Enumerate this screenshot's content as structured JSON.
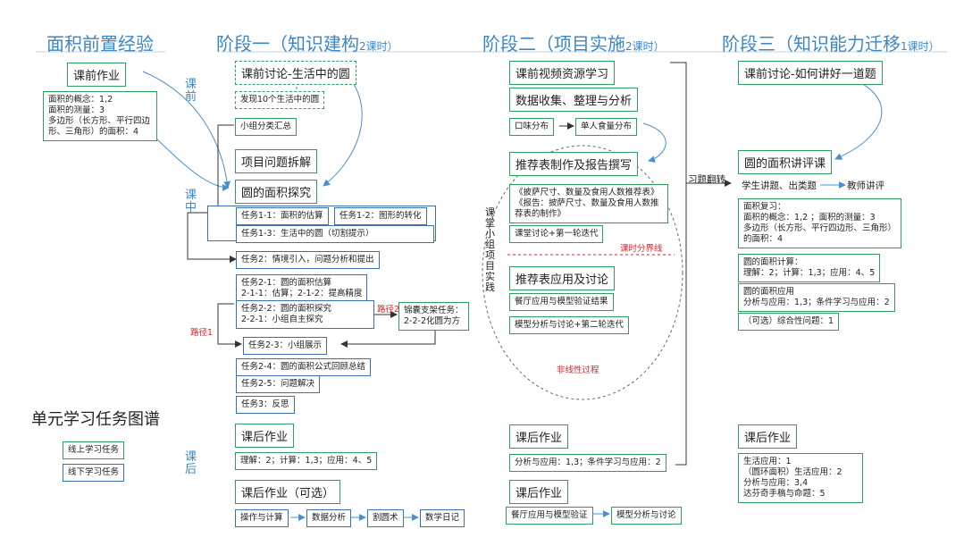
{
  "headers": {
    "col0": "面积前置经验",
    "col1": "阶段一（知识建构",
    "col1_hours": "2课时）",
    "col2": "阶段二（项目实施",
    "col2_hours": "2课时）",
    "col3": "阶段三（知识能力迁移",
    "col3_hours": "1课时）"
  },
  "side_labels": {
    "pre": "课前",
    "mid": "课中",
    "post": "课后",
    "practice": "课堂小组项目实践"
  },
  "col0": {
    "homework_title": "课前作业",
    "homework_text": "面积的概念：1,2\n面积的测量：3\n多边形（长方形、平行四边形、三角形）的面积：4"
  },
  "stage1": {
    "discuss": "课前讨论-生活中的圆",
    "discover": "发现10个生活中的圆",
    "group_sum": "小组分类汇总",
    "problem": "项目问题拆解",
    "explore": "圆的面积探究",
    "t11": "任务1-1：面积的估算",
    "t12": "任务1-2：图形的转化",
    "t13": "任务1-3：生活中的圆（切割提示）",
    "t2": "任务2：情境引入，问题分析和提出",
    "t21": "任务2-1：圆的面积估算\n2-1-1：估算；2-1-2：提高精度",
    "t22": "任务2-2：圆的面积探究\n2-2-1：小组自主探究",
    "path2": "路径2",
    "path1": "路径1",
    "scaffold": "锦囊支架任务：\n2-2-2化圆为方",
    "t23": "任务2-3：小组展示",
    "t24": "任务2-4：圆的面积公式回顾总结",
    "t25": "任务2-5：问题解决",
    "t3": "任务3：反思",
    "hw_title": "课后作业",
    "hw_text": "理解：2；计算：1,3；应用：4、5",
    "hw_opt_title": "课后作业（可选）",
    "flow": [
      "操作与计算",
      "数据分析",
      "割圆术",
      "数学日记"
    ]
  },
  "stage2": {
    "video": "课前视频资源学习",
    "data": "数据收集、整理与分析",
    "taste": "口味分布",
    "food": "单人食量分布",
    "recommend": "推荐表制作及报告撰写",
    "pizza": "《披萨尺寸、数量及食用人数推荐表》\n《报告：披萨尺寸、数量及食用人数推荐表的制作》",
    "iter1": "课堂讨论+第一轮迭代",
    "boundary": "课时分界线",
    "apply": "推荐表应用及讨论",
    "verify": "餐厅应用与模型验证结果",
    "iter2": "模型分析与讨论+第二轮迭代",
    "nonlinear": "非线性过程",
    "flip": "习题翻转",
    "hw_title": "课后作业",
    "hw_text": "分析与应用：1,3；条件学习与应用：2",
    "hw2_title": "课后作业",
    "flow": [
      "餐厅应用与模型验证",
      "模型分析与讨论"
    ]
  },
  "stage3": {
    "discuss": "课前讨论-如何讲好一道题",
    "review": "圆的面积讲评课",
    "students": "学生讲题、出类题",
    "teacher": "教师讲评",
    "r1": "面积复习：\n面积的概念：1,2 ；面积的测量：3\n多边形（长方形、平行四边形、三角形）\n的面积：4",
    "r2": "圆的面积计算：\n理解：2；计算：1,3；应用：4、5",
    "r3": "圆的面积应用\n分析与应用：1,3；条件学习与应用：2",
    "r4": "（可选）综合性问题：1",
    "hw_title": "课后作业",
    "hw_text": "生活应用：1\n（圆环面积）生活应用：2\n分析与应用：3,4\n达芬奇手稿与命题：5"
  },
  "legend": {
    "title": "单元学习任务图谱",
    "online": "线上学习任务",
    "offline": "线下学习任务"
  },
  "colors": {
    "header": "#3d86c6",
    "green": "#2e9e63",
    "blue": "#3d6fb5",
    "red": "#d9252a"
  }
}
